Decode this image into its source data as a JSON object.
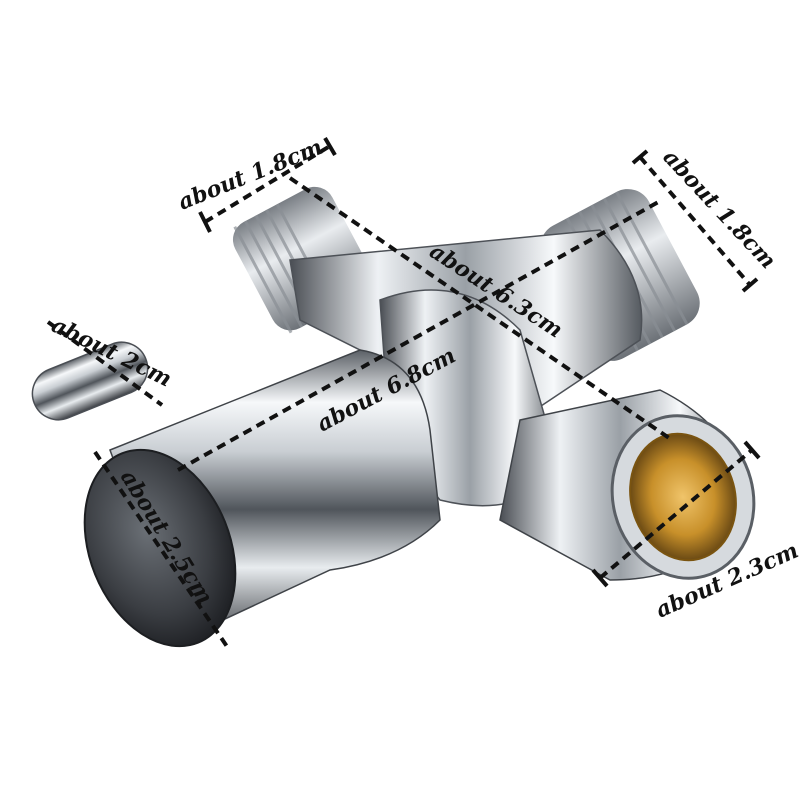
{
  "colors": {
    "background": "#ffffff",
    "chrome_dark": "#3a3d42",
    "chrome_mid": "#9ea4ab",
    "chrome_light": "#f4f6f8",
    "brass": "#c8902a",
    "dimension_line": "#111111"
  },
  "dimensions": {
    "left_outlet_width": "about 1.8cm",
    "right_outlet_width": "about 1.8cm",
    "main_body_length": "about 6.3cm",
    "knob_length": "about 2cm",
    "overall_length": "about 6.8cm",
    "knob_diameter": "about 2.5cm",
    "inlet_diameter": "about 2.3cm"
  }
}
